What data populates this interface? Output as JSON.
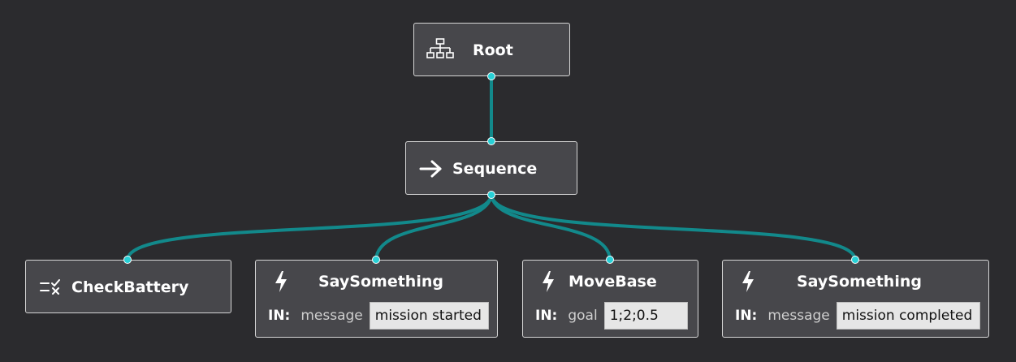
{
  "nodes": {
    "root": {
      "title": "Root",
      "icon": "tree-hierarchy-icon"
    },
    "sequence": {
      "title": "Sequence",
      "icon": "arrow-right-icon"
    },
    "check_battery": {
      "title": "CheckBattery",
      "icon": "checklist-icon"
    },
    "say_started": {
      "title": "SaySomething",
      "icon": "lightning-icon",
      "port_dir": "IN:",
      "port_name": "message",
      "port_value": "mission started"
    },
    "move_base": {
      "title": "MoveBase",
      "icon": "lightning-icon",
      "port_dir": "IN:",
      "port_name": "goal",
      "port_value": "1;2;0.5"
    },
    "say_completed": {
      "title": "SaySomething",
      "icon": "lightning-icon",
      "port_dir": "IN:",
      "port_name": "message",
      "port_value": "mission completed"
    }
  },
  "edges": [
    {
      "from": "root",
      "to": "sequence"
    },
    {
      "from": "sequence",
      "to": "check_battery"
    },
    {
      "from": "sequence",
      "to": "say_started"
    },
    {
      "from": "sequence",
      "to": "move_base"
    },
    {
      "from": "sequence",
      "to": "say_completed"
    }
  ],
  "colors": {
    "background": "#2b2b2e",
    "node_fill": "#47474b",
    "edge": "#12898b",
    "port": "#27d0d6"
  }
}
